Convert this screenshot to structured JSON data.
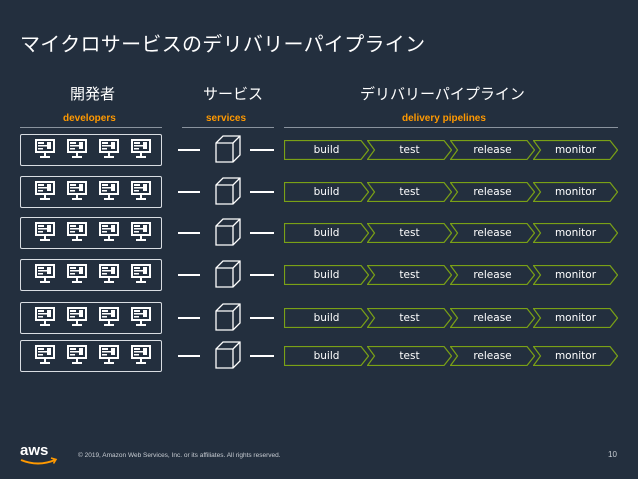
{
  "slide": {
    "title": "マイクロサービスのデリバリーパイプライン",
    "page_number": "10"
  },
  "columns": {
    "developers_header": "開発者",
    "services_header": "サービス",
    "pipelines_header": "デリバリーパイプライン",
    "developers_label": "developers",
    "services_label": "services",
    "pipelines_label": "delivery pipelines"
  },
  "pipeline_stages": [
    "build",
    "test",
    "release",
    "monitor"
  ],
  "rows": 6,
  "monitors_per_row": 4,
  "footer": {
    "copyright": "© 2019, Amazon Web Services, Inc. or its affiliates. All rights reserved.",
    "logo_text": "aws"
  },
  "colors": {
    "background": "#232f3e",
    "accent_orange": "#ff9900",
    "pipeline_green": "#7aa116",
    "cube_green": "#3f8624"
  }
}
